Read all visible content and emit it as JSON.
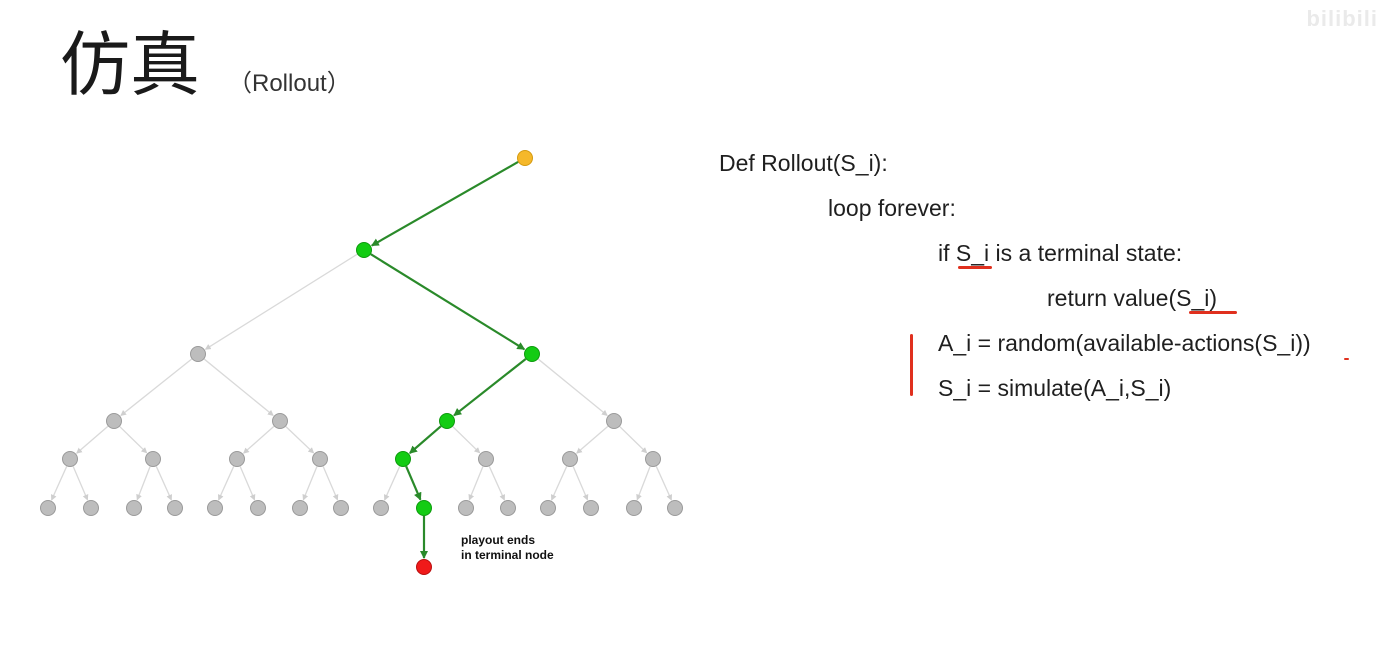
{
  "header": {
    "title": "仿真",
    "subtitle": "（Rollout）",
    "watermark": "bilibili"
  },
  "pseudocode": {
    "line1": "Def Rollout(S_i):",
    "line2": "loop forever:",
    "line3_prefix": "if ",
    "line3_highlight": "S_i",
    "line3_suffix": " is a terminal state:",
    "line4_prefix": "return value",
    "line4_highlight": "(S_i)",
    "line5": "A_i = random(available-actions(S_i))",
    "line6": "S_i = simulate(A_i,S_i)"
  },
  "diagram": {
    "annotation_line1": "playout ends",
    "annotation_line2": "in terminal node",
    "colors": {
      "root": "#f5b82a",
      "path": "#13cc13",
      "terminal": "#f01a1a",
      "node": "#bdbdbd",
      "edge": "#d9d9d9",
      "path_edge": "#2a8a2a",
      "underline": "#e0301e"
    }
  }
}
